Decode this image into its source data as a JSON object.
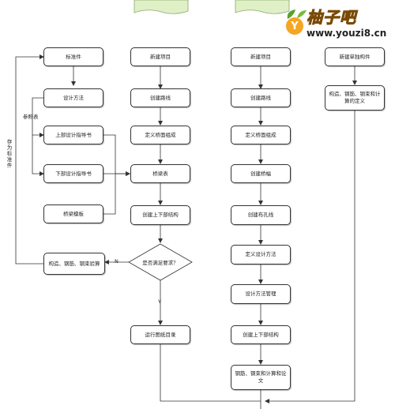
{
  "colors": {
    "tab_green": "#dff0c7",
    "line": "#333333",
    "logo_orange": "#f3a21b"
  },
  "watermark": {
    "logo_letter": "Y",
    "name": "柚子吧",
    "url": "www.youzi8.cn"
  },
  "left_column": {
    "standard_part": "标准件",
    "design_method": "设计方法",
    "upper_guide": "上部设计指导书",
    "lower_guide": "下部设计指导书",
    "bridge_template": "桥梁模板",
    "check_box": "构造、钢筋、钢束验算"
  },
  "mid_column": {
    "new_project": "新建项目",
    "create_route": "创建路线",
    "define_section": "定义桥面组成",
    "bridge_table": "桥梁表",
    "create_structure": "创建上下部结构",
    "decision": "是否满足要求？",
    "run_drawing": "运行图纸目录"
  },
  "right_column": {
    "new_project": "新建项目",
    "create_route": "创建路线",
    "define_section": "定义桥面组成",
    "create_span": "创建桥幅",
    "create_pier_line": "创建布孔线",
    "define_design_method": "定义设计方法",
    "design_method_mgmt": "设计方法管理",
    "create_structure": "创建上下部结构",
    "rebar_calc": "钢筋、钢束和计算和论文"
  },
  "far_right": {
    "new_component": "新建单独构件",
    "component_define": "构造、钢筋、钢束和计算的定义"
  },
  "labels": {
    "save_as_standard": "存为标准件",
    "reference": "参照表",
    "no": "N",
    "yes": "Y"
  }
}
